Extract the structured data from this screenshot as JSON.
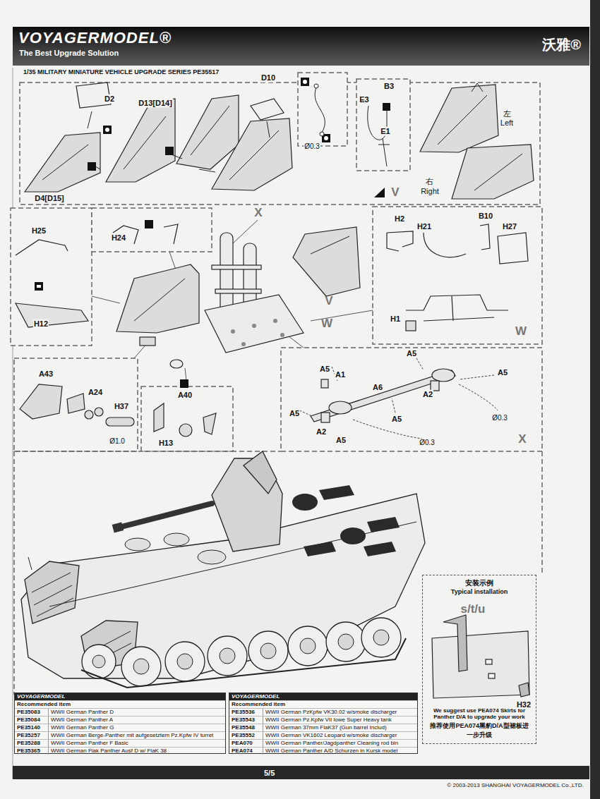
{
  "diagram": {
    "title": "1/35 MILITARY MINIATURE VEHICLE UPGRADE SERIES PE35517",
    "nodes": [
      {
        "text": [
          "VOYAGERMODEL®",
          "The Best Upgrade Solution",
          "沃雅®"
        ]
      },
      {
        "text": [
          "安装示例",
          "Typical installation",
          "We suggest use PEA074 Skirts for Panther D/A to upgrade your work",
          "推荐使用PEA074黑豹D/A型裙板进一步升级"
        ]
      },
      {
        "text": [
          "VOYAGERMODEL",
          "Recommended item",
          "PE35083",
          "WWII German Panther D",
          "PE35084",
          "WWII German Panther A",
          "PE35140",
          "WWII German Panther G",
          "PE35257",
          "WWII German Berge-Panther mit aufgesetztem Pz.Kpfw IV turret",
          "PE35288",
          "WWII German Panther F Basic",
          "PE35365",
          "WWII German Flak Panther Ausf D w/ FlaK 38"
        ]
      },
      {
        "text": [
          "VOYAGERMODEL",
          "Recommended item",
          "PE35536",
          "WWII German PzKpfw VK30.02 w/smoke discharger",
          "PE35543",
          "WWII German Pz.Kpfw VII lowe Super Heavy tank",
          "PE35548",
          "WWII German 37mm FlaK37 (Gun barrel Includ)",
          "PE35552",
          "WWII German VK1602 Leopard w/smoke discharger",
          "PEA070",
          "WWII German Panther/Jagdpanther Cleaning rod bin",
          "PEA074",
          "WWII German Panther A/D Schurzen in Kursk model"
        ]
      },
      {
        "text": [
          "5/5"
        ]
      }
    ],
    "labels": [
      "D2",
      "D13[D14]",
      "D4[D15]",
      "D10",
      "Ø0.3",
      "E3",
      "B3",
      "E1",
      "左",
      "Left",
      "右",
      "Right",
      "V",
      "H25",
      "H12",
      "H24",
      "X",
      "V",
      "W",
      "H2",
      "H21",
      "B10",
      "H27",
      "H1",
      "W",
      "A43",
      "A24",
      "H37",
      "Ø1.0",
      "A40",
      "H13",
      "A5",
      "A1",
      "A6",
      "A5",
      "A2",
      "A5",
      "A5",
      "A5",
      "Ø0.3",
      "A2",
      "A5",
      "Ø0.3",
      "X",
      "s/t/u",
      "H32",
      "© 2003-2013 SHANGHAI VOYAGERMODEL Co.,LTD."
    ]
  }
}
